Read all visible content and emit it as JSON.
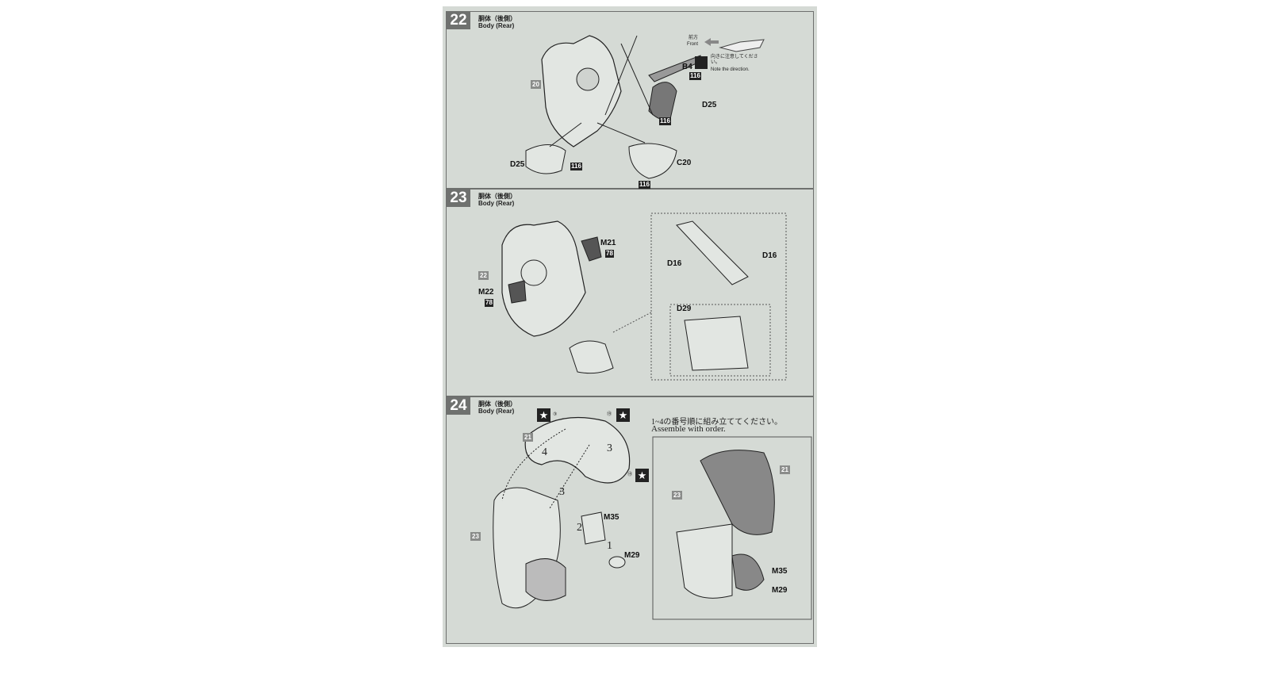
{
  "steps": [
    {
      "number": "22",
      "title_jp": "胴体（後側）",
      "title_en": "Body (Rear)",
      "parts": {
        "body": "20",
        "b4": "B4",
        "d25a": "D25",
        "d25b": "D25",
        "c20": "C20",
        "paint": "116"
      },
      "front_jp": "前方",
      "front_en": "Front",
      "note_jp": "向きに注意してください。",
      "note_en": "Note the direction."
    },
    {
      "number": "23",
      "title_jp": "胴体（後側）",
      "title_en": "Body (Rear)",
      "parts": {
        "body": "22",
        "m21": "M21",
        "m22": "M22",
        "d16a": "D16",
        "d16b": "D16",
        "d29": "D29",
        "paint": "78"
      }
    },
    {
      "number": "24",
      "title_jp": "胴体（後側）",
      "title_en": "Body (Rear)",
      "parts": {
        "p21": "21",
        "p23": "23",
        "m35": "M35",
        "m29": "M29",
        "decal_a": "③",
        "decal_b": "⑲",
        "decal_c": "⑲"
      },
      "order_labels": [
        "4",
        "3",
        "3",
        "2",
        "1"
      ],
      "instruction_jp": "1~4の番号順に組み立ててください。",
      "instruction_en": "Assemble with order.",
      "detail": {
        "p21": "21",
        "p23": "23",
        "m35": "M35",
        "m29": "M29"
      }
    }
  ]
}
